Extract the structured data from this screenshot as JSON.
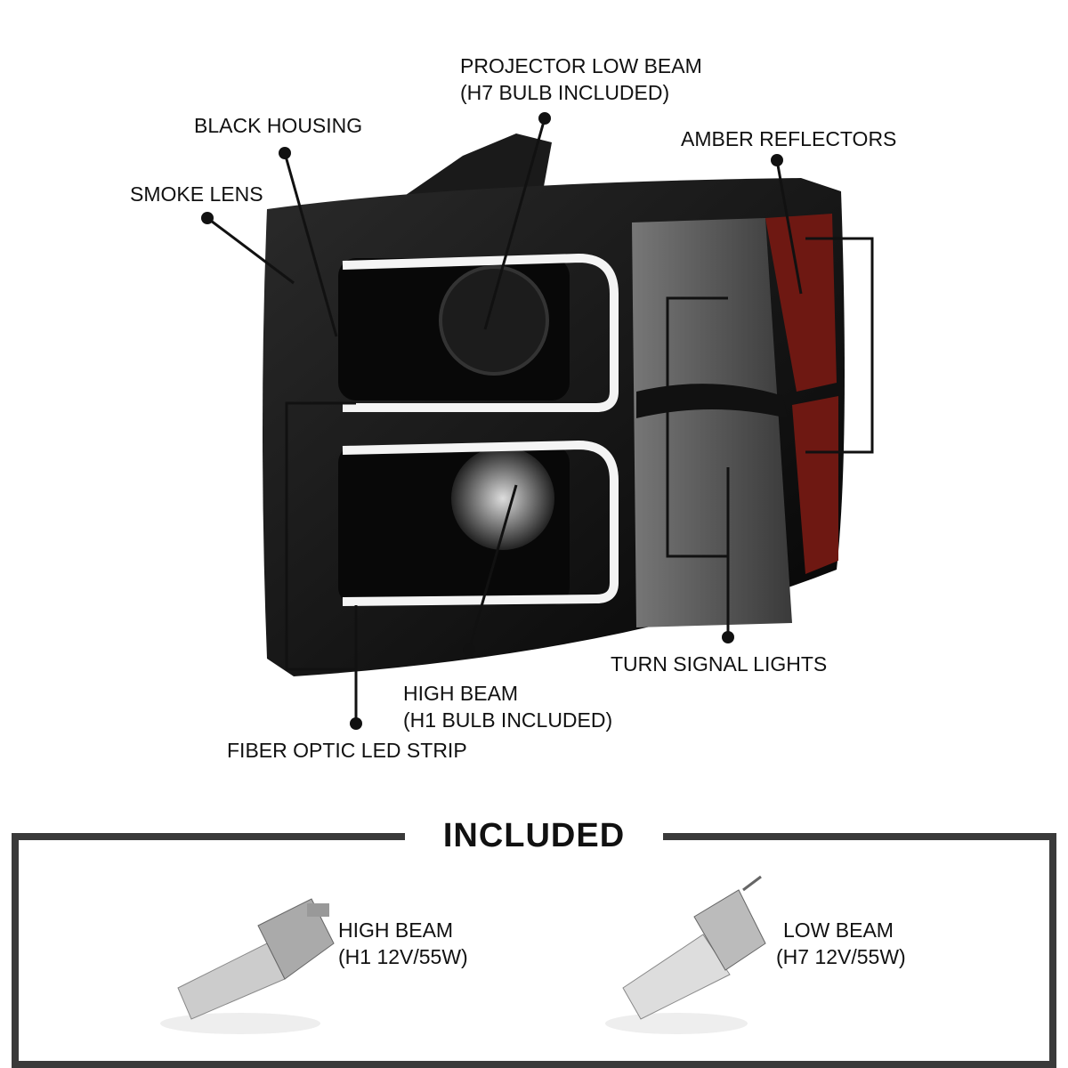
{
  "callouts": {
    "projector_low_beam": [
      "PROJECTOR LOW BEAM",
      "(H7 BULB INCLUDED)"
    ],
    "black_housing": "BLACK HOUSING",
    "amber_reflectors": "AMBER REFLECTORS",
    "smoke_lens": "SMOKE LENS",
    "high_beam": [
      "HIGH BEAM",
      "(H1 BULB INCLUDED)"
    ],
    "fiber_optic": "FIBER OPTIC LED STRIP",
    "turn_signal": "TURN SIGNAL LIGHTS"
  },
  "included": {
    "title": "INCLUDED",
    "items": [
      {
        "name": "HIGH BEAM",
        "spec": "(H1 12V/55W)"
      },
      {
        "name": "LOW BEAM",
        "spec": "(H7 12V/55W)"
      }
    ]
  },
  "colors": {
    "housing": "#0d0d0d",
    "amber": "#7a1a14",
    "frame": "#444444"
  }
}
